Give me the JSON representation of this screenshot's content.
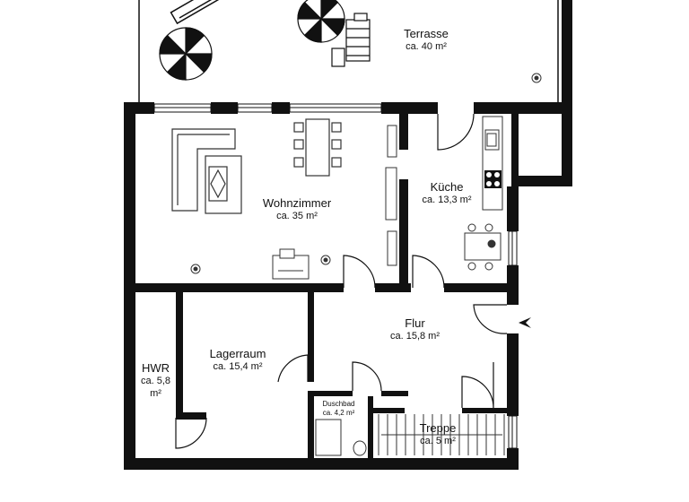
{
  "rooms": {
    "terrasse": {
      "name": "Terrasse",
      "area": "ca. 40 m²"
    },
    "wohnzimmer": {
      "name": "Wohnzimmer",
      "area": "ca. 35 m²"
    },
    "kueche": {
      "name": "Küche",
      "area": "ca. 13,3 m²"
    },
    "flur": {
      "name": "Flur",
      "area": "ca. 15,8 m²"
    },
    "lagerraum": {
      "name": "Lagerraum",
      "area": "ca. 15,4 m²"
    },
    "hwr": {
      "name": "HWR",
      "area_line1": "ca. 5,8",
      "area_line2": "m²"
    },
    "duschbad": {
      "name": "Duschbad",
      "area": "ca. 4,2 m²"
    },
    "treppe": {
      "name": "Treppe",
      "area": "ca. 5 m²"
    }
  },
  "colors": {
    "wall": "#111111",
    "furniture_stroke": "#333333",
    "floor": "#ffffff"
  },
  "icons": [
    "parasol-icon",
    "table-icon",
    "sofa-icon",
    "dining-table-icon",
    "stove-icon",
    "sink-icon",
    "plant-icon",
    "desk-icon",
    "shower-icon",
    "toilet-icon",
    "stair-icon",
    "entrance-arrow-icon"
  ]
}
